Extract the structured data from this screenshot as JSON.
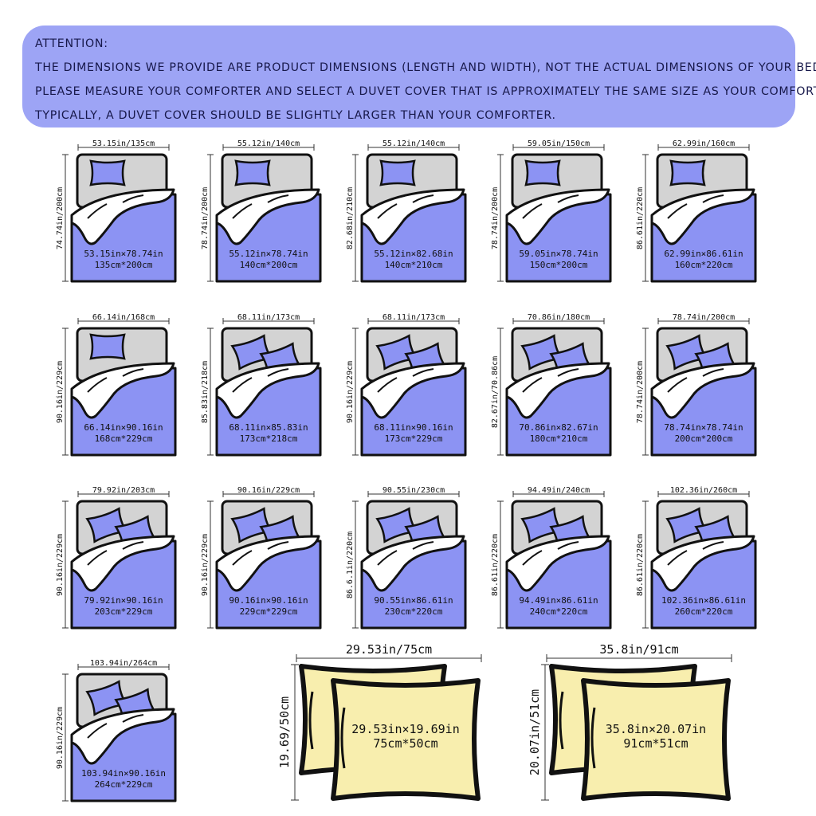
{
  "notice": {
    "heading": "ATTENTION:",
    "lines": [
      "THE DIMENSIONS WE PROVIDE ARE PRODUCT DIMENSIONS (LENGTH AND WIDTH), NOT THE ACTUAL DIMENSIONS OF YOUR BED.",
      "PLEASE MEASURE YOUR COMFORTER AND SELECT A DUVET COVER THAT IS APPROXIMATELY THE SAME SIZE AS YOUR COMFORTER.",
      "TYPICALLY, A DUVET COVER SHOULD BE SLIGHTLY LARGER THAN YOUR COMFORTER."
    ]
  },
  "colors": {
    "notice_bg": "#9da4f5",
    "duvet": "#8c93f3",
    "sheet": "#ffffff",
    "headboard": "#d3d3d3",
    "pillowcase": "#f8eeae",
    "outline": "#111111"
  },
  "beds": [
    {
      "width_label": "53.15in/135cm",
      "height_label": "74.74in/200cm",
      "size_in": "53.15in×78.74in",
      "size_cm": "135cm*200cm",
      "pillows": 1
    },
    {
      "width_label": "55.12in/140cm",
      "height_label": "78.74in/200cm",
      "size_in": "55.12in×78.74in",
      "size_cm": "140cm*200cm",
      "pillows": 1
    },
    {
      "width_label": "55.12in/140cm",
      "height_label": "82.68in/210cm",
      "size_in": "55.12in×82.68in",
      "size_cm": "140cm*210cm",
      "pillows": 1
    },
    {
      "width_label": "59.05in/150cm",
      "height_label": "78.74in/200cm",
      "size_in": "59.05in×78.74in",
      "size_cm": "150cm*200cm",
      "pillows": 1
    },
    {
      "width_label": "62.99in/160cm",
      "height_label": "86.61in/220cm",
      "size_in": "62.99in×86.61in",
      "size_cm": "160cm*220cm",
      "pillows": 1
    },
    {
      "width_label": "66.14in/168cm",
      "height_label": "90.16in/229cm",
      "size_in": "66.14in×90.16in",
      "size_cm": "168cm*229cm",
      "pillows": 1
    },
    {
      "width_label": "68.11in/173cm",
      "height_label": "85.83in/218cm",
      "size_in": "68.11in×85.83in",
      "size_cm": "173cm*218cm",
      "pillows": 2
    },
    {
      "width_label": "68.11in/173cm",
      "height_label": "90.16in/229cm",
      "size_in": "68.11in×90.16in",
      "size_cm": "173cm*229cm",
      "pillows": 2
    },
    {
      "width_label": "70.86in/180cm",
      "height_label": "82.67in/70.86cm",
      "size_in": "70.86in×82.67in",
      "size_cm": "180cm*210cm",
      "pillows": 2
    },
    {
      "width_label": "78.74in/200cm",
      "height_label": "78.74in/200cm",
      "size_in": "78.74in×78.74in",
      "size_cm": "200cm*200cm",
      "pillows": 2
    },
    {
      "width_label": "79.92in/203cm",
      "height_label": "90.16in/229cm",
      "size_in": "79.92in×90.16in",
      "size_cm": "203cm*229cm",
      "pillows": 2
    },
    {
      "width_label": "90.16in/229cm",
      "height_label": "90.16in/229cm",
      "size_in": "90.16in×90.16in",
      "size_cm": "229cm*229cm",
      "pillows": 2
    },
    {
      "width_label": "90.55in/230cm",
      "height_label": "86.6.1in/220cm",
      "size_in": "90.55in×86.61in",
      "size_cm": "230cm*220cm",
      "pillows": 2
    },
    {
      "width_label": "94.49in/240cm",
      "height_label": "86.61in/220cm",
      "size_in": "94.49in×86.61in",
      "size_cm": "240cm*220cm",
      "pillows": 2
    },
    {
      "width_label": "102.36in/260cm",
      "height_label": "86.61in/220cm",
      "size_in": "102.36in×86.61in",
      "size_cm": "260cm*220cm",
      "pillows": 2
    },
    {
      "width_label": "103.94in/264cm",
      "height_label": "90.16in/229cm",
      "size_in": "103.94in×90.16in",
      "size_cm": "264cm*229cm",
      "pillows": 2
    }
  ],
  "pillowcases": [
    {
      "width_label": "29.53in/75cm",
      "height_label": "19.69/50cm",
      "size_in": "29.53in×19.69in",
      "size_cm": "75cm*50cm"
    },
    {
      "width_label": "35.8in/91cm",
      "height_label": "20.07in/51cm",
      "size_in": "35.8in×20.07in",
      "size_cm": "91cm*51cm"
    }
  ]
}
